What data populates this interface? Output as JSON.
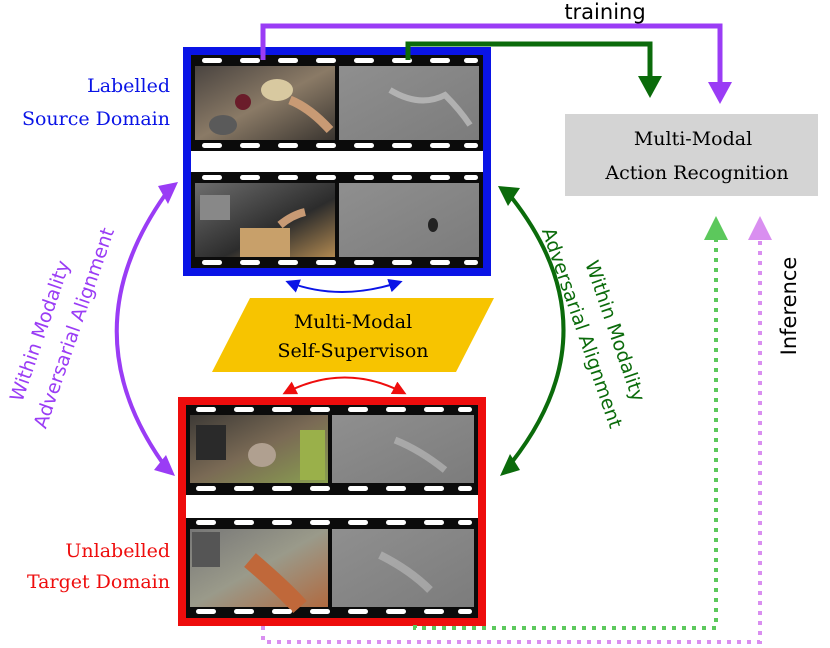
{
  "labels": {
    "training": "training",
    "inference": "Inference",
    "source_line1": "Labelled",
    "source_line2": "Source  Domain",
    "target_line1": "Unlabelled",
    "target_line2": "Target Domain",
    "selfsup_line1": "Multi-Modal",
    "selfsup_line2": "Self-Supervison",
    "action_line1": "Multi-Modal",
    "action_line2": "Action  Recognition",
    "left_arc_line1": "Within Modality",
    "left_arc_line2": "Adversarial Alignment",
    "right_arc_line1": "Within Modality",
    "right_arc_line2": "Adversarial Alignment"
  },
  "colors": {
    "source": "#0a14e6",
    "target": "#ee0d0d",
    "rgb_stream": "#9a3cf5",
    "flow_stream": "#0b6b0b",
    "inference_rgb": "#d98ff0",
    "inference_flow": "#5cc85c",
    "selfsup_fill": "#f7c400",
    "action_fill": "#d4d4d4"
  }
}
